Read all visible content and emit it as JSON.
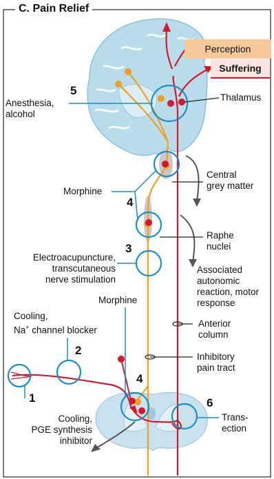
{
  "title": "C. Pain Relief",
  "boxes": {
    "perception": "Perception",
    "suffering": "Suffering"
  },
  "labels": {
    "thalamus": "Thalamus",
    "anesthesia": [
      "Anesthesia,",
      "alcohol"
    ],
    "morphine_upper": "Morphine",
    "central_grey": [
      "Central",
      "grey matter"
    ],
    "raphe": [
      "Raphe",
      "nuclei"
    ],
    "electroacupuncture": [
      "Electroacupuncture,",
      "transcutaneous",
      "nerve stimulation"
    ],
    "associated": [
      "Associated",
      "autonomic",
      "reaction, motor",
      "response"
    ],
    "morphine_lower": "Morphine",
    "cooling_na": [
      "Cooling,",
      "Na",
      "+",
      " channel blocker"
    ],
    "anterior_column": [
      "Anterior",
      "column"
    ],
    "inhibitory_tract": [
      "Inhibitory",
      "pain tract"
    ],
    "cooling_pge": [
      "Cooling,",
      "PGE synthesis",
      "inhibitor"
    ],
    "transection": [
      "Trans-",
      "ection"
    ]
  },
  "numbers": {
    "n1": "1",
    "n2": "2",
    "n3": "3",
    "n4_upper": "4",
    "n4_lower": "4",
    "n5": "5",
    "n6": "6"
  },
  "colors": {
    "pain_pathway": "#d4182a",
    "inhibitory_pathway": "#f0a020",
    "intervention": "#1a8ec4",
    "brain_fill": "#b9dcec",
    "cord_fill": "#c8e2ef",
    "perception_box": "#f6c89a",
    "suffering_box": "#fbe3de",
    "arrow": "#555555"
  }
}
